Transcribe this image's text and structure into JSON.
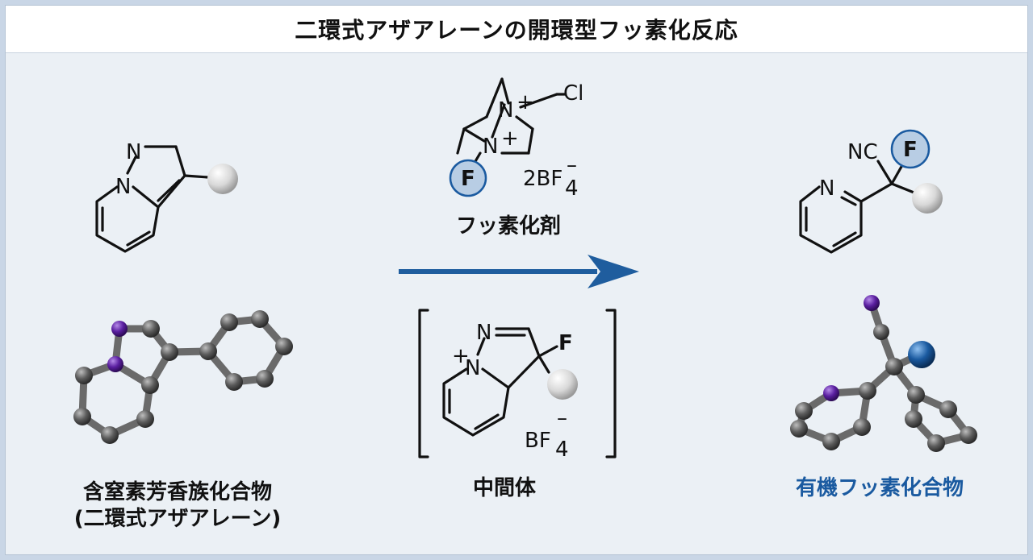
{
  "title": "二環式アザアレーンの開環型フッ素化反応",
  "labels": {
    "left_line1": "含窒素芳香族化合物",
    "left_line2": "(二環式アザアレーン)",
    "reagent": "フッ素化剤",
    "intermediate": "中間体",
    "product": "有機フッ素化合物"
  },
  "atoms": {
    "N": "N",
    "F": "F",
    "Cl": "Cl",
    "NC": "NC",
    "plus": "+",
    "minus": "–",
    "two_bf4": "2BF",
    "bf4": "BF",
    "sub4": "4"
  },
  "colors": {
    "accent_blue": "#1a5aa0",
    "arrow": "#1f5d9e",
    "fluorine_highlight": "#b8cde4",
    "nitrogen_3d": "#5a1fa0",
    "carbon_3d": "#5c5c5c",
    "fluorine_3d": "#1a5aa0"
  }
}
